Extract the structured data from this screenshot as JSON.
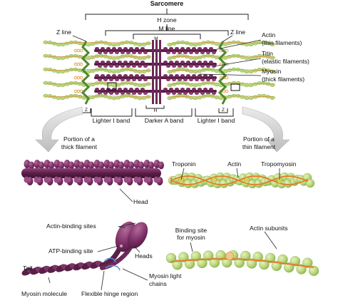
{
  "colors": {
    "myosin": "#5a1f46",
    "myosin_light": "#8a3a70",
    "myosin_head": "#7a2d63",
    "actin": "#b7d67a",
    "actin_dark": "#7fa845",
    "tropomyosin": "#e47b2a",
    "titin": "#e3a05a",
    "zline": "#4d8a2a",
    "arrow": "#cfcfcf",
    "bracket": "#222222",
    "hinge": "#5b8bd6"
  },
  "sarcomere": {
    "title": "Sarcomere",
    "h_zone": "H zone",
    "m_line": "M line",
    "m": "M",
    "h": "H",
    "z_line_left": "Z line",
    "z_line_right": "Z line",
    "z_left": "Z",
    "z_right": "Z",
    "actin": "Actin",
    "actin_sub": "(thin filaments)",
    "titin": "Titin",
    "titin_sub": "(elastic filaments)",
    "myosin": "Myosin",
    "myosin_sub": "(thick filaments)",
    "lighter_i_left": "Lighter I band",
    "darker_a": "Darker A band",
    "lighter_i_right": "Lighter I band"
  },
  "thick_filament": {
    "title_line1": "Portion of a",
    "title_line2": "thick filament",
    "head": "Head"
  },
  "thin_filament": {
    "title_line1": "Portion of a",
    "title_line2": "thin filament",
    "troponin": "Troponin",
    "actin": "Actin",
    "tropomyosin": "Tropomyosin"
  },
  "myosin_molecule": {
    "actin_binding": "Actin-binding sites",
    "atp_binding": "ATP-binding site",
    "heads": "Heads",
    "tail": "Tail",
    "light_chains_line1": "Myosin light",
    "light_chains_line2": "chains",
    "molecule": "Myosin molecule",
    "hinge": "Flexible hinge region"
  },
  "actin_detail": {
    "binding_line1": "Binding site",
    "binding_line2": "for myosin",
    "subunits": "Actin subunits"
  }
}
